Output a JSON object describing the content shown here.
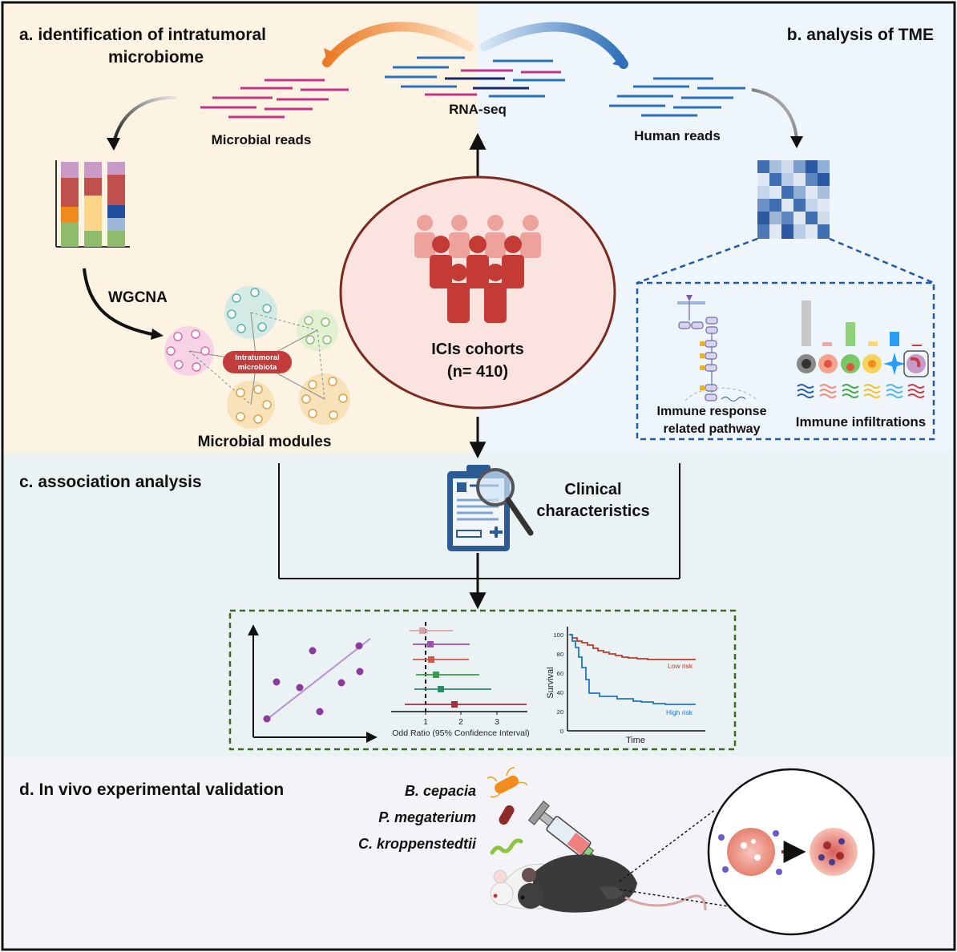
{
  "panels": {
    "a_title_line1": "a. identification of intratumoral",
    "a_title_line2": "microbiome",
    "b_title": "b. analysis of TME",
    "c_title": "c. association analysis",
    "d_title": "d. In vivo experimental validation"
  },
  "rnaseq": {
    "label": "RNA-seq"
  },
  "reads": {
    "microbial": "Microbial reads",
    "human": "Human reads"
  },
  "wgcna": {
    "label": "WGCNA"
  },
  "network": {
    "hub_line1": "Intratumoral",
    "hub_line2": "microbiota",
    "modules_label": "Microbial modules"
  },
  "cohort": {
    "title": "ICIs cohorts",
    "n": "(n= 410)"
  },
  "tme": {
    "pathway_line1": "Immune response",
    "pathway_line2": "related pathway",
    "infiltration": "Immune infiltrations"
  },
  "clinical": {
    "line1": "Clinical",
    "line2": "characteristics"
  },
  "forest": {
    "xlabel": "Odd Ratio (95% Confidence Interval)",
    "ticks": [
      "1",
      "2",
      "3"
    ]
  },
  "survival": {
    "ylabel": "Survival",
    "xlabel": "Time",
    "yticks": [
      "100",
      "80",
      "60",
      "40",
      "20",
      "0"
    ],
    "low_risk": "Low risk",
    "high_risk": "High risk"
  },
  "species": [
    "B. cepacia",
    "P. megaterium",
    "C. kroppenstedtii"
  ],
  "colors": {
    "panel_a_bg": "#fdf3e3",
    "panel_b_bg": "#eef5fb",
    "panel_c_bg": "#eaf2f4",
    "panel_d_bg": "#f4f4f8",
    "microbial_read": "#c2338a",
    "human_read": "#2a6fba",
    "cohort_fill": "#fbe4e0",
    "cohort_border": "#7a2a20",
    "dashed_blue": "#1f5aa8",
    "dashed_green": "#3d6b24",
    "low_risk": "#c0392b",
    "high_risk": "#2176c7"
  }
}
